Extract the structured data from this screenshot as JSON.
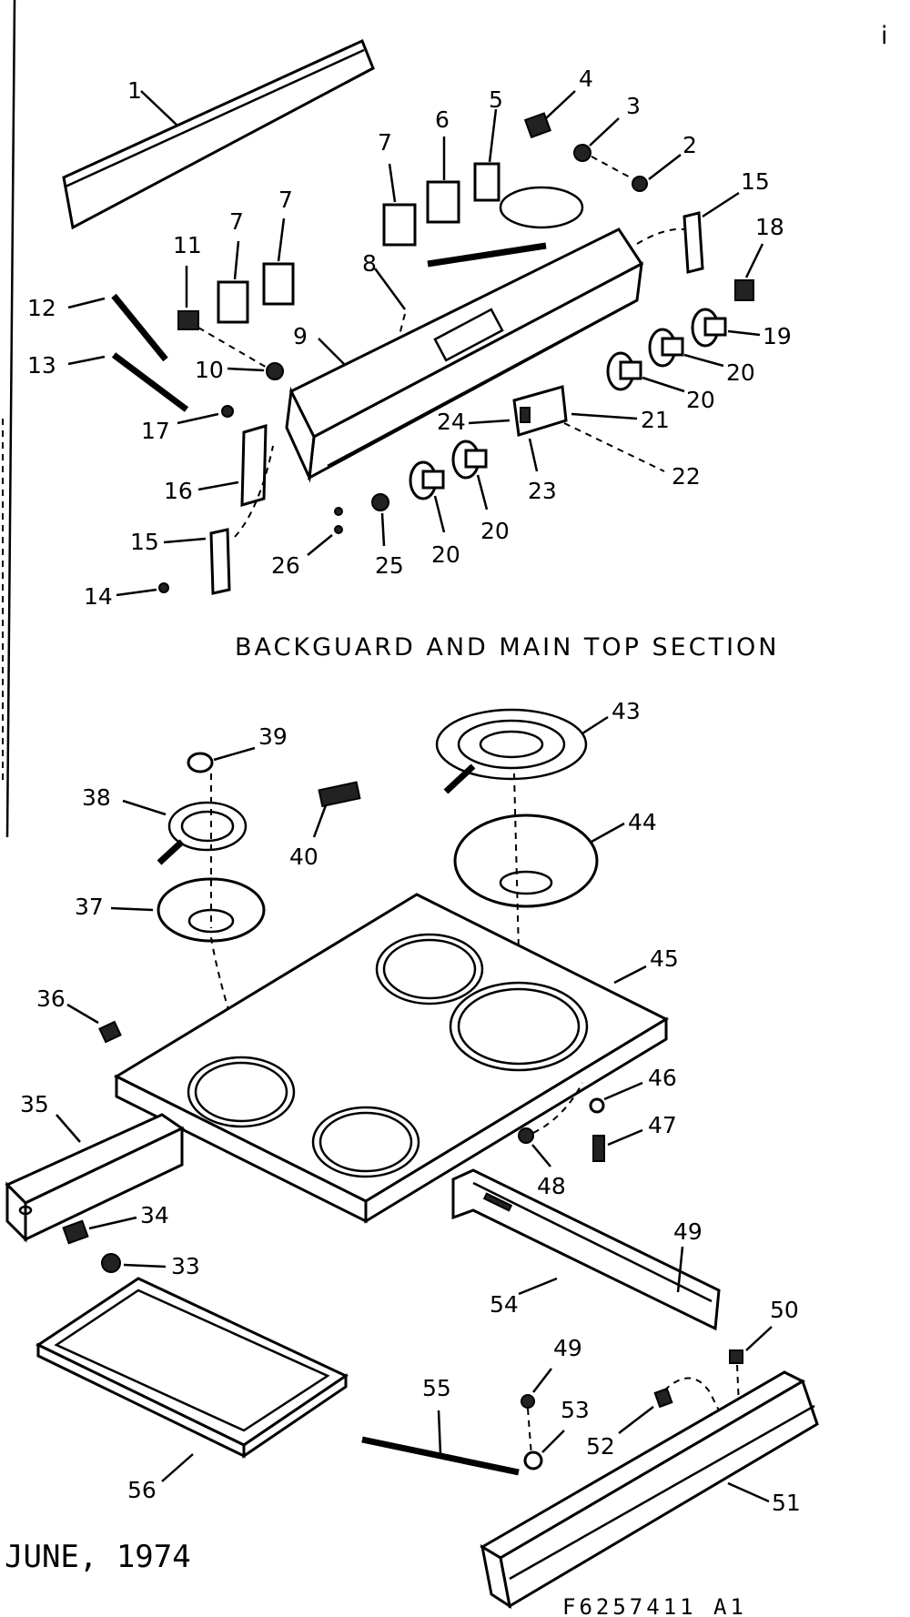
{
  "corner_mark": "i",
  "section_title": "BACKGUARD AND MAIN TOP SECTION",
  "footer_date": "JUNE, 1974",
  "footer_code": "F6257411   A1",
  "labels": {
    "n1": "1",
    "n2": "2",
    "n3": "3",
    "n4": "4",
    "n5": "5",
    "n6": "6",
    "n7a": "7",
    "n7b": "7",
    "n7c": "7",
    "n8": "8",
    "n9": "9",
    "n10": "10",
    "n11": "11",
    "n12": "12",
    "n13": "13",
    "n14": "14",
    "n15a": "15",
    "n15b": "15",
    "n16": "16",
    "n17": "17",
    "n18": "18",
    "n19": "19",
    "n20a": "20",
    "n20b": "20",
    "n20c": "20",
    "n20d": "20",
    "n21": "21",
    "n22": "22",
    "n23": "23",
    "n24": "24",
    "n25": "25",
    "n26": "26",
    "n33": "33",
    "n34": "34",
    "n35": "35",
    "n36": "36",
    "n37": "37",
    "n38": "38",
    "n39": "39",
    "n40": "40",
    "n43": "43",
    "n44": "44",
    "n45": "45",
    "n46": "46",
    "n47": "47",
    "n48": "48",
    "n49a": "49",
    "n49b": "49",
    "n50": "50",
    "n51": "51",
    "n52": "52",
    "n53": "53",
    "n54": "54",
    "n55": "55",
    "n56": "56"
  }
}
